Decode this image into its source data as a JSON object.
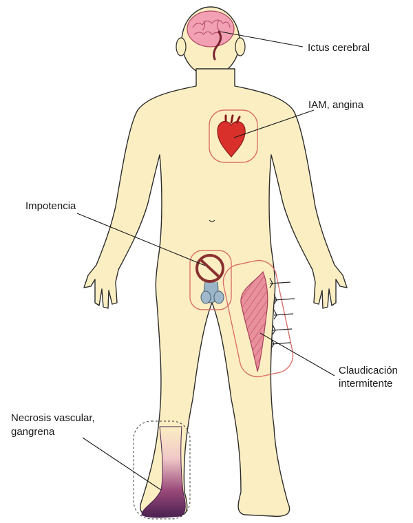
{
  "labels": {
    "stroke": "Ictus cerebral",
    "heart": "IAM, angina",
    "impotence": "Impotencia",
    "claudication_line1": "Claudicación",
    "claudication_line2": "intermitente",
    "necrosis_line1": "Necrosis vascular,",
    "necrosis_line2": "gangrena"
  },
  "colors": {
    "skin": "#fbeec2",
    "skin_outline": "#2b2b2b",
    "organ_red": "#d9302c",
    "inset_outline": "#d9706a",
    "brain_pink": "#f2a0b4",
    "muscle_pink": "#e88a9a",
    "necrosis_purple": "#5a2a5a",
    "leader_line": "#1a1a1a"
  },
  "icons": [
    "brain-icon",
    "heart-icon",
    "genitals-icon",
    "prohibited-icon",
    "thigh-muscle-icon",
    "necrotic-foot-icon"
  ]
}
